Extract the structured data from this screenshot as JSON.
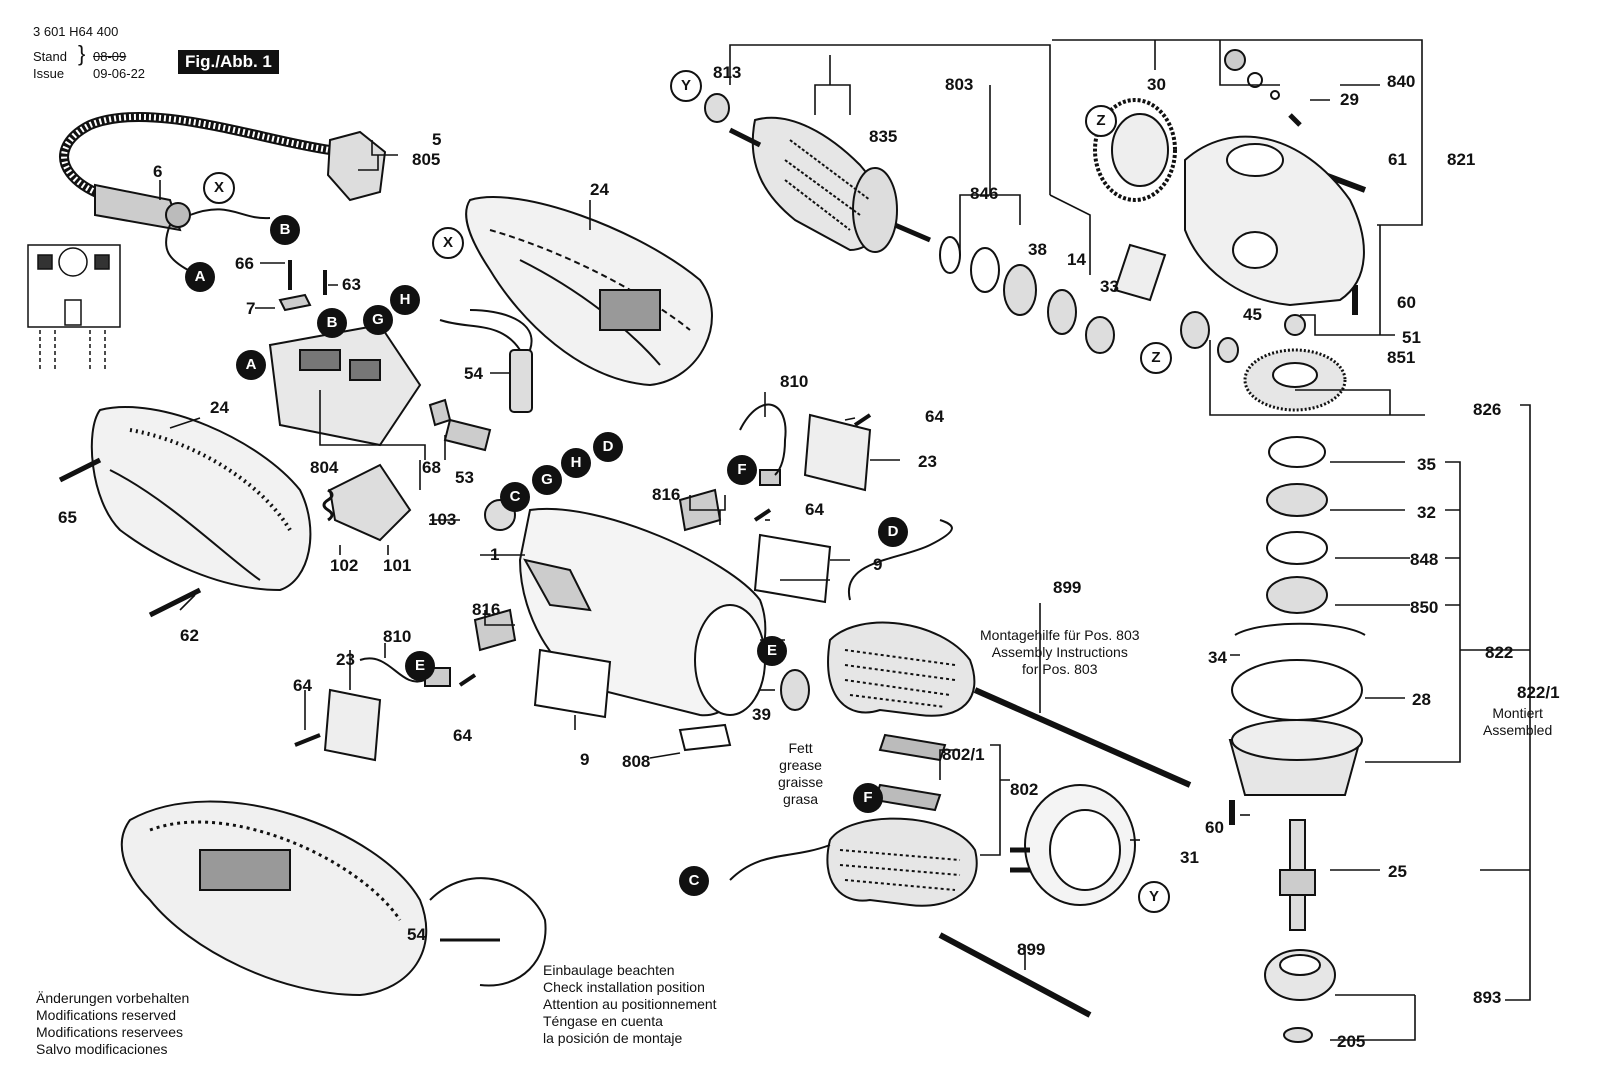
{
  "header": {
    "part_number": "3 601 H64 400",
    "stand_label": "Stand",
    "stand_date": "08-09",
    "issue_label": "Issue",
    "issue_date": "09-06-22",
    "figure": "Fig./Abb. 1"
  },
  "part_numbers": {
    "p5": "5",
    "p805": "805",
    "p6": "6",
    "p24a": "24",
    "p24b": "24",
    "p66": "66",
    "p63": "63",
    "p7": "7",
    "p54a": "54",
    "p54b": "54",
    "p804": "804",
    "p68": "68",
    "p53": "53",
    "p65": "65",
    "p102": "102",
    "p101": "101",
    "p62": "62",
    "p103": "103",
    "p1": "1",
    "p810a": "810",
    "p816a": "816",
    "p64a": "64",
    "p64b": "64",
    "p23a": "23",
    "p9a": "9",
    "p899a": "899",
    "p810b": "810",
    "p816b": "816",
    "p23b": "23",
    "p64c": "64",
    "p64d": "64",
    "p9b": "9",
    "p808": "808",
    "p39": "39",
    "p802_1": "802/1",
    "p802": "802",
    "p31": "31",
    "p899b": "899",
    "p813": "813",
    "p803": "803",
    "p835": "835",
    "p846": "846",
    "p38": "38",
    "p14": "14",
    "p33": "33",
    "p30": "30",
    "p840": "840",
    "p29": "29",
    "p61": "61",
    "p821": "821",
    "p60a": "60",
    "p45": "45",
    "p51": "51",
    "p851": "851",
    "p826": "826",
    "p35": "35",
    "p32": "32",
    "p848": "848",
    "p850": "850",
    "p34": "34",
    "p822": "822",
    "p28": "28",
    "p822_1": "822/1",
    "p60b": "60",
    "p25": "25",
    "p893": "893",
    "p205": "205"
  },
  "callouts": {
    "X": "X",
    "B": "B",
    "A": "A",
    "H": "H",
    "G": "G",
    "C": "C",
    "D": "D",
    "F": "F",
    "E": "E",
    "Y": "Y",
    "Z": "Z"
  },
  "notes": {
    "montiert": [
      "Montiert",
      "Assembled"
    ],
    "montagehilfe": [
      "Montagehilfe für Pos. 803",
      "Assembly Instructions",
      "for Pos. 803"
    ],
    "fett": [
      "Fett",
      "grease",
      "graisse",
      "grasa"
    ],
    "einbaulage": [
      "Einbaulage beachten",
      "Check installation position",
      "Attention au positionnement",
      "Téngase en cuenta",
      "la posición de montaje"
    ],
    "aenderungen": [
      "Änderungen vorbehalten",
      "Modifications reserved",
      "Modifications reservees",
      "Salvo modificaciones"
    ]
  }
}
